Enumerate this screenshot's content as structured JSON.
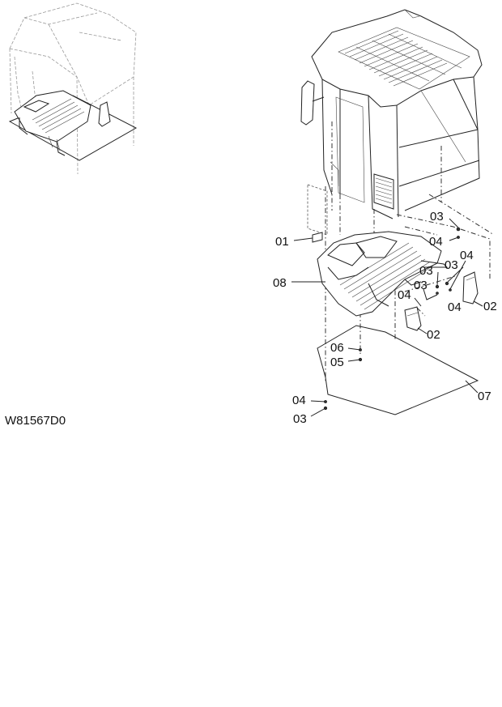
{
  "figure_code": "W81567D0",
  "callouts": {
    "c01": "01",
    "c02a": "02",
    "c02b": "02",
    "c03a": "03",
    "c03b": "03",
    "c03c": "03",
    "c03d": "03",
    "c03e": "03",
    "c04a": "04",
    "c04b": "04",
    "c04c": "04",
    "c04d": "04",
    "c04e": "04",
    "c05": "05",
    "c06": "06",
    "c07": "07",
    "c08": "08"
  }
}
